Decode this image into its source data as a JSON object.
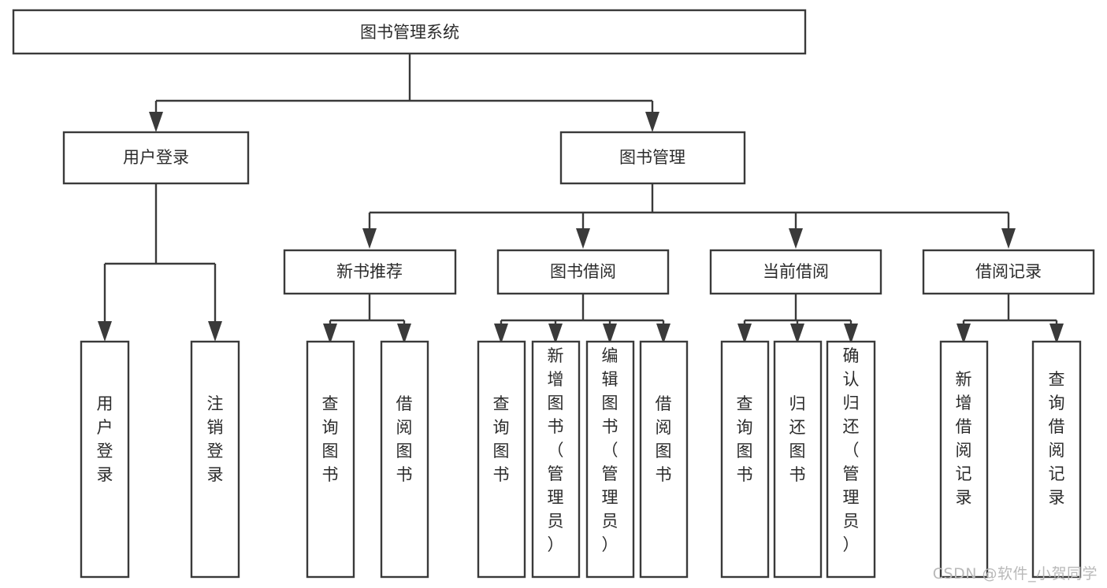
{
  "diagram": {
    "title": "图书管理系统",
    "type": "tree",
    "watermark": "CSDN @软件_小贺同学",
    "colors": {
      "box_stroke": "#3a3a3a",
      "box_fill": "#ffffff",
      "text": "#2b2b2b",
      "connector": "#3a3a3a",
      "background": "#ffffff",
      "watermark": "#b9b9b9"
    },
    "levels": {
      "root": {
        "label": "图书管理系统"
      },
      "level2": [
        {
          "id": "user-login",
          "label": "用户登录"
        },
        {
          "id": "book-manage",
          "label": "图书管理"
        }
      ],
      "level3": [
        {
          "id": "new-book-rec",
          "label": "新书推荐",
          "parent": "book-manage"
        },
        {
          "id": "book-borrow",
          "label": "图书借阅",
          "parent": "book-manage"
        },
        {
          "id": "current-borrow",
          "label": "当前借阅",
          "parent": "book-manage"
        },
        {
          "id": "borrow-record",
          "label": "借阅记录",
          "parent": "book-manage"
        }
      ],
      "leaves": [
        {
          "id": "leaf-user-login",
          "label": "用户登录",
          "parent": "user-login"
        },
        {
          "id": "leaf-user-logout",
          "label": "注销登录",
          "parent": "user-login"
        },
        {
          "id": "leaf-query-book-1",
          "label": "查询图书",
          "parent": "new-book-rec"
        },
        {
          "id": "leaf-borrow-book-1",
          "label": "借阅图书",
          "parent": "new-book-rec"
        },
        {
          "id": "leaf-query-book-2",
          "label": "查询图书",
          "parent": "book-borrow"
        },
        {
          "id": "leaf-add-book",
          "label": "新增图书（管理员）",
          "parent": "book-borrow"
        },
        {
          "id": "leaf-edit-book",
          "label": "编辑图书（管理员）",
          "parent": "book-borrow"
        },
        {
          "id": "leaf-borrow-book-2",
          "label": "借阅图书",
          "parent": "book-borrow"
        },
        {
          "id": "leaf-query-book-3",
          "label": "查询图书",
          "parent": "current-borrow"
        },
        {
          "id": "leaf-return-book",
          "label": "归还图书",
          "parent": "current-borrow"
        },
        {
          "id": "leaf-confirm-return",
          "label": "确认归还（管理员）",
          "parent": "current-borrow"
        },
        {
          "id": "leaf-add-record",
          "label": "新增借阅记录",
          "parent": "borrow-record"
        },
        {
          "id": "leaf-query-record",
          "label": "查询借阅记录",
          "parent": "borrow-record"
        }
      ]
    }
  }
}
